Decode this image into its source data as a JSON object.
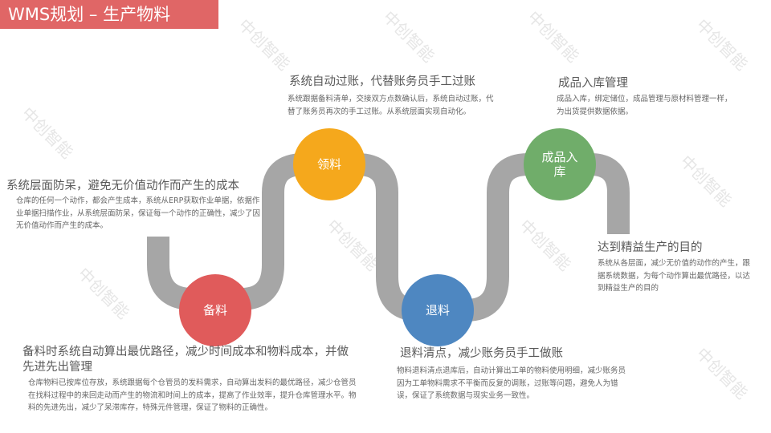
{
  "title": "WMS规划 – 生产物料",
  "watermark": "中创智能",
  "colors": {
    "title_bg": "#e06666",
    "pipe": "#a6a6a6",
    "beiliao": "#e05b5b",
    "lingliao": "#f5a81c",
    "tuiliao": "#4e87c1",
    "chengpin": "#70ad6a"
  },
  "nodes": {
    "beiliao": "备料",
    "lingliao": "领料",
    "tuiliao": "退料",
    "chengpin": "成品入库"
  },
  "blocks": {
    "cost": {
      "heading": "系统层面防呆，避免无价值动作而产生的成本",
      "body": "仓库的任何一个动作，都会产生成本，系统从ERP获取作业单据，依据作业单据扫描作业，从系统层面防呆，保证每一个动作的正确性，减少了因无价值动作而产生的成本。"
    },
    "lingliao": {
      "heading": "系统自动过账，代替账务员手工过账",
      "body": "系统跟据备料清单，交接双方点数确认后，系统自动过账，代替了账务员再次的手工过账。从系统层面实现自动化。"
    },
    "chengpin": {
      "heading": "成品入库管理",
      "body": "成品入库，绑定储位，成品管理与原材料管理一样，为出货提供数据依据。"
    },
    "lean": {
      "heading": "达到精益生产的目的",
      "body": "系统从各层面，减少无价值的动作的产生，跟据系统数据，为每个动作算出最优路径，以达到精益生产的目的"
    },
    "beiliao": {
      "heading": "备料时系统自动算出最优路径，减少时间成本和物料成本，并做先进先出管理",
      "body": "仓库物料已按库位存放，系统跟据每个仓管员的发料需求，自动算出发料的最优路径，减少仓管员在找料过程中的来回走动而产生的物流和时间上的成本，提高了作业效率，提升仓库管理水平。物料的先进先出，减少了呆滞库存，特殊元件管理，保证了物料的正确性。"
    },
    "tuiliao": {
      "heading": "退料清点，减少账务员手工做账",
      "body": "物料退料清点退库后，自动计算出工单的物料使用明细，减少账务员因为工单物料需求不平衡而反复的调账，过账等问题，避免人为错误，保证了系统数据与现实业务一致性。"
    }
  }
}
